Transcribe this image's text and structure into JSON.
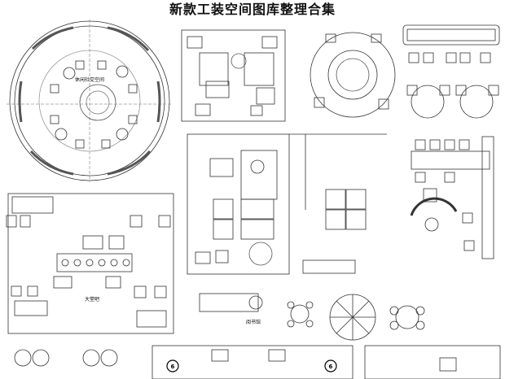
{
  "title": "新款工装空间图库整理合集",
  "labels": {
    "lounge": "休闲社交空间",
    "bar": "大堂吧",
    "reading": "阅书馆"
  },
  "numbers": [
    "6",
    "6"
  ]
}
